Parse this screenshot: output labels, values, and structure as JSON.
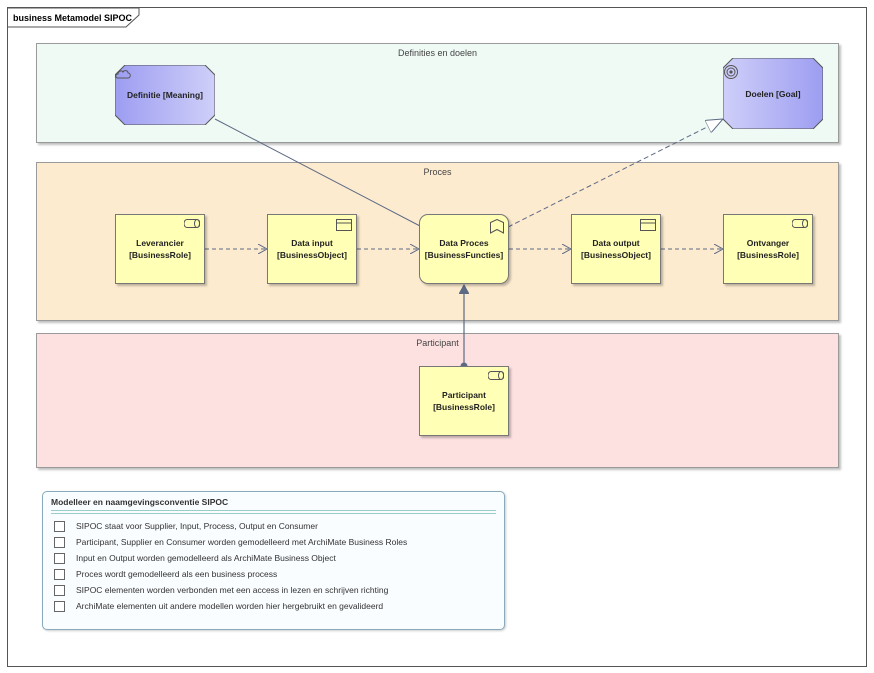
{
  "frame": {
    "title": "business Metamodel SIPOC"
  },
  "groups": {
    "definities": "Definities en doelen",
    "proces": "Proces",
    "participant": "Participant"
  },
  "elements": {
    "definitie": {
      "line1": "Definitie [Meaning]",
      "icon": "cloud-icon"
    },
    "doelen": {
      "line1": "Doelen [Goal]",
      "icon": "target-icon"
    },
    "leverancier": {
      "line1": "Leverancier",
      "line2": "[BusinessRole]",
      "icon": "role-icon"
    },
    "data_input": {
      "line1": "Data input",
      "line2": "[BusinessObject]",
      "icon": "object-icon"
    },
    "data_proces": {
      "line1": "Data Proces",
      "line2": "[BusinessFuncties]",
      "icon": "function-icon"
    },
    "data_output": {
      "line1": "Data output",
      "line2": "[BusinessObject]",
      "icon": "object-icon"
    },
    "ontvanger": {
      "line1": "Ontvanger",
      "line2": "[BusinessRole]",
      "icon": "role-icon"
    },
    "participant": {
      "line1": "Participant",
      "line2": "[BusinessRole]",
      "icon": "role-icon"
    }
  },
  "note": {
    "title": "Modelleer en naamgevingsconventie SIPOC",
    "items": [
      "SIPOC staat voor Supplier, Input, Process, Output en Consumer",
      "Participant, Supplier en Consumer worden gemodelleerd met ArchiMate Business Roles",
      "Input en Output worden gemodelleerd als ArchiMate Business Object",
      "Proces wordt gemodelleerd als een business process",
      "SIPOC elementen worden verbonden met een access in lezen en schrijven richting",
      "ArchiMate elementen uit andere modellen worden hier hergebruikt en gevalideerd"
    ]
  },
  "colors": {
    "group_definities": "#effaf5",
    "group_proces": "#fdebd0",
    "group_participant": "#fde1e1",
    "element_yellow": "#ffffb5",
    "element_purple": "#b8b8f8",
    "connector": "#5d6a84"
  }
}
